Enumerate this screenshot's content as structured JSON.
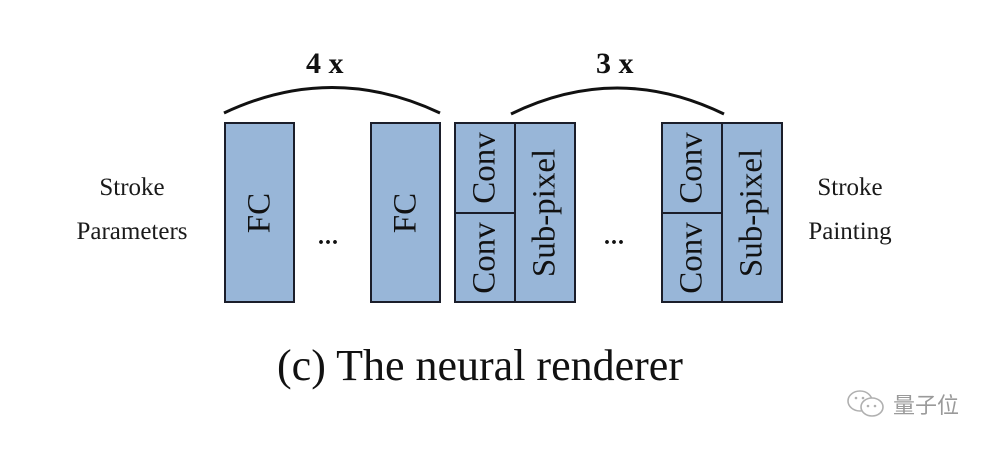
{
  "diagram": {
    "caption": "(c) The neural renderer",
    "input_label": {
      "line1": "Stroke",
      "line2": "Parameters"
    },
    "output_label": {
      "line1": "Stroke",
      "line2": "Painting"
    },
    "fc_group": {
      "repeat_label": "4 x",
      "blocks": [
        {
          "label": "FC"
        },
        {
          "label": "FC"
        }
      ],
      "ellipsis": "..."
    },
    "conv_group": {
      "repeat_label": "3 x",
      "blocks": [
        {
          "top": "Conv",
          "bottom": "Conv",
          "right": "Sub-pixel"
        },
        {
          "top": "Conv",
          "bottom": "Conv",
          "right": "Sub-pixel"
        }
      ],
      "ellipsis": "..."
    },
    "colors": {
      "block_fill": "#98b6d8",
      "block_border": "#1b1e2a",
      "text": "#111111"
    }
  },
  "watermark": {
    "text": "量子位",
    "icon": "wechat-icon"
  }
}
